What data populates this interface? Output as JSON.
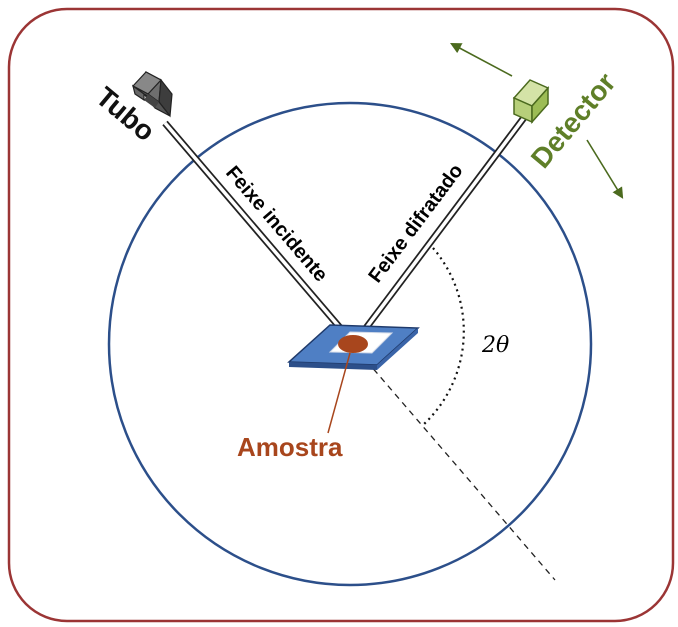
{
  "labels": {
    "tube": "Tubo",
    "detector": "Detector",
    "incident_beam": "Feixe incidente",
    "diffracted_beam": "Feixe difratado",
    "sample": "Amostra",
    "angle": "2θ"
  },
  "colors": {
    "frame": "#9b3535",
    "circle": "#2c4f8a",
    "detector": "#6b8a2e",
    "sample": "#a8461d",
    "holder": "#4f7fc4",
    "tube": "#555555"
  },
  "icons": {
    "tube": "tube-box-icon",
    "detector": "detector-box-icon",
    "rotation": "rotation-arrow-icon"
  }
}
